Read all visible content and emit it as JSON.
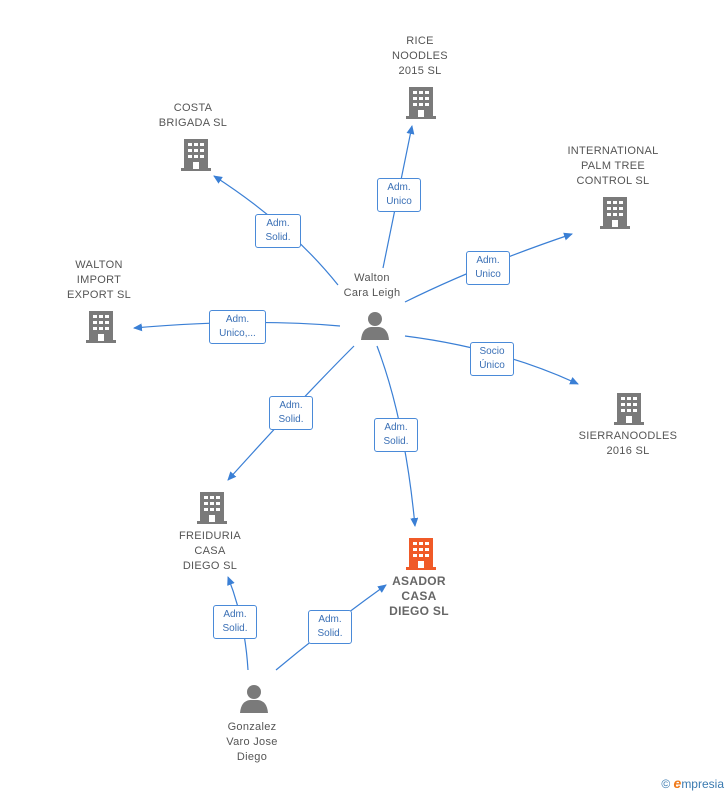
{
  "persons": {
    "walton": {
      "name": "Walton\nCara Leigh"
    },
    "gonzalez": {
      "name": "Gonzalez\nVaro Jose\nDiego"
    }
  },
  "companies": {
    "rice": "RICE\nNOODLES\n2015  SL",
    "costa": "COSTA\nBRIGADA  SL",
    "intl": "INTERNATIONAL\nPALM TREE\nCONTROL  SL",
    "walton_import": "WALTON\nIMPORT\nEXPORT  SL",
    "sierra": "SIERRANOODLES\n2016  SL",
    "freiduria": "FREIDURIA\nCASA\nDIEGO  SL",
    "asador": "ASADOR\nCASA\nDIEGO  SL"
  },
  "edges": {
    "walton_rice": "Adm.\nUnico",
    "walton_costa": "Adm.\nSolid.",
    "walton_intl": "Adm.\nUnico",
    "walton_import": "Adm.\nUnico,...",
    "walton_sierra": "Socio\nÚnico",
    "walton_freiduria": "Adm.\nSolid.",
    "walton_asador": "Adm.\nSolid.",
    "gonzalez_freiduria": "Adm.\nSolid.",
    "gonzalez_asador": "Adm.\nSolid."
  },
  "colors": {
    "edge": "#3a7fd5",
    "building": "#7a7a7a",
    "building_highlight": "#f05a28",
    "person": "#7a7a7a"
  },
  "brand": {
    "copyright": "©",
    "name": "mpresia",
    "initial": "e"
  },
  "icons": {
    "company": "building-icon",
    "person": "person-icon"
  }
}
